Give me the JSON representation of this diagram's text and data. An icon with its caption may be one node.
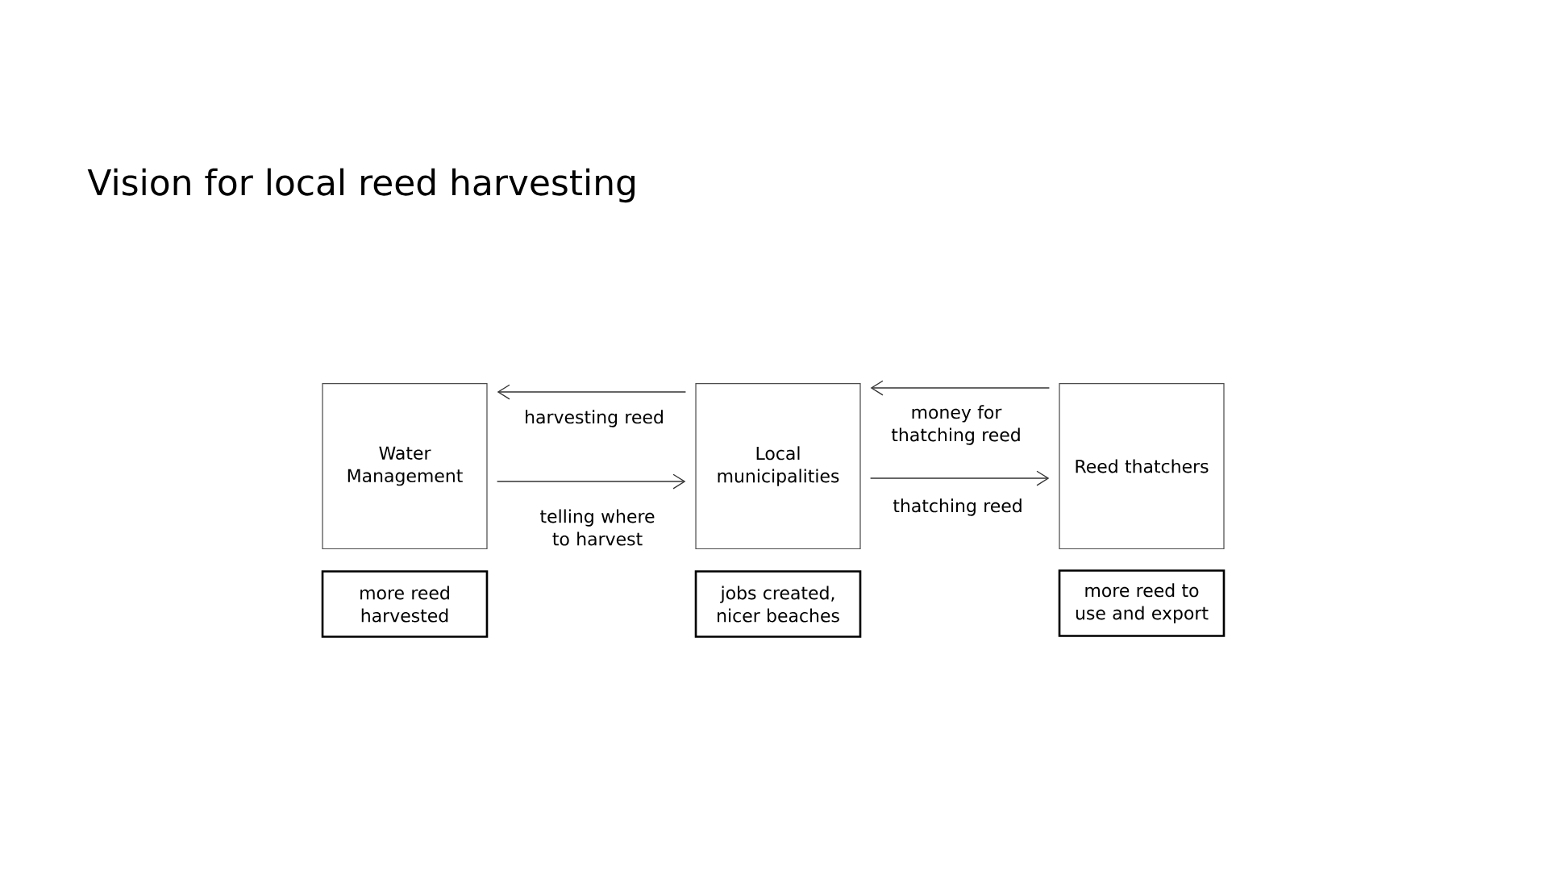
{
  "diagram": {
    "title": "Vision for local reed harvesting",
    "nodes": [
      {
        "text": [
          "Water Management"
        ]
      },
      {
        "text": [
          "Local municipalities"
        ]
      },
      {
        "text": [
          "Reed thatchers"
        ]
      },
      {
        "text": [
          "more reed harvested"
        ]
      },
      {
        "text": [
          "jobs created, nicer beaches"
        ]
      },
      {
        "text": [
          "more reed to use and export"
        ]
      }
    ],
    "edges": [
      {
        "from": 1,
        "to": 0,
        "arrow": "to",
        "label": "harvesting reed"
      },
      {
        "from": 0,
        "to": 1,
        "arrow": "to",
        "label": "telling where to harvest"
      },
      {
        "from": 2,
        "to": 1,
        "arrow": "to",
        "label": "money for thatching reed"
      },
      {
        "from": 1,
        "to": 2,
        "arrow": "to",
        "label": "thatching reed"
      }
    ]
  }
}
